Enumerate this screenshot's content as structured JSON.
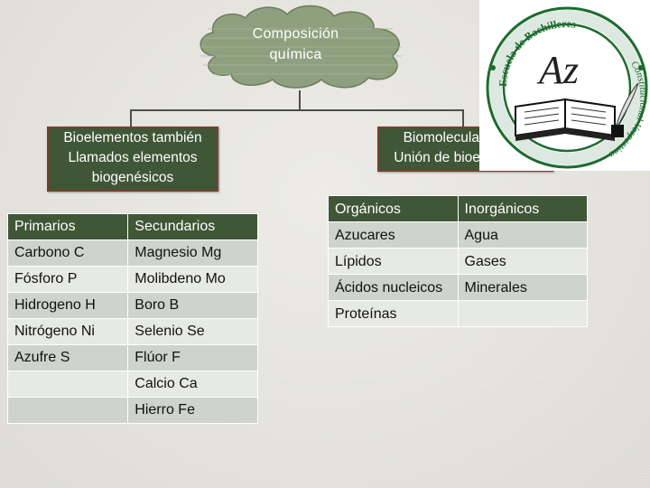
{
  "title": {
    "line1": "Composición",
    "line2": "química"
  },
  "left_box": {
    "line1": "Bioelementos también",
    "line2": "Llamados elementos",
    "line3": "biogenésicos"
  },
  "right_box": {
    "line1": "Biomoleculas son la",
    "line2": "Unión de bioelementos"
  },
  "bioelements_table": {
    "headers": [
      "Primarios",
      "Secundarios"
    ],
    "rows": [
      [
        "Carbono C",
        "Magnesio Mg"
      ],
      [
        "Fósforo P",
        "Molibdeno Mo"
      ],
      [
        "Hidrogeno H",
        "Boro B"
      ],
      [
        "Nitrógeno Ni",
        "Selenio Se"
      ],
      [
        "Azufre S",
        "Flúor F"
      ],
      [
        "",
        "Calcio Ca"
      ],
      [
        "",
        "Hierro Fe"
      ]
    ]
  },
  "biomolecules_table": {
    "headers": [
      "Orgánicos",
      "Inorgánicos"
    ],
    "rows": [
      [
        "Azucares",
        "Agua"
      ],
      [
        "Lípidos",
        "Gases"
      ],
      [
        "Ácidos nucleicos",
        "Minerales"
      ],
      [
        "Proteínas",
        ""
      ]
    ]
  },
  "logo": {
    "text_top": "Escuela de Bachilleres",
    "text_right": "Constitucional Vespertina",
    "monogram": "Az",
    "colors": {
      "ring": "#1e6b2f",
      "ink": "#1a1a1a"
    }
  },
  "colors": {
    "box_fill": "#3f5637",
    "box_border": "#7a3f2b",
    "cloud_fill": "#8fa07f",
    "row_dark": "#ced3cb",
    "row_light": "#e7e9e5"
  }
}
